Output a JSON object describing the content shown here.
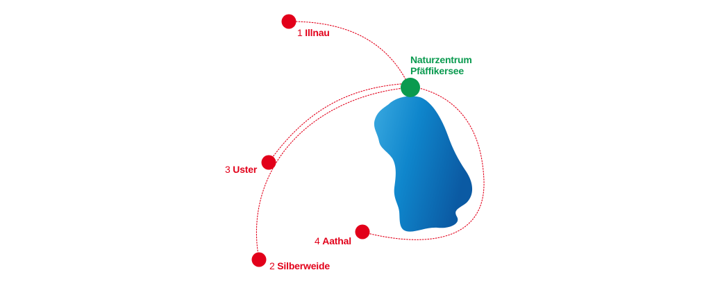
{
  "map": {
    "hub": {
      "line1": "Naturzentrum",
      "line2": "Pfäffikersee",
      "color": "#0a9a4f"
    },
    "stops": [
      {
        "number": "1",
        "name": "Illnau"
      },
      {
        "number": "2",
        "name": "Silberweide"
      },
      {
        "number": "3",
        "name": "Uster"
      },
      {
        "number": "4",
        "name": "Aathal"
      }
    ],
    "colors": {
      "stop": "#e2001a",
      "route": "#e2001a",
      "lake_light": "#3aa9e0",
      "lake_dark": "#0b5aa3"
    },
    "features": {
      "lake": "lake-shape",
      "route_style": "dotted"
    }
  }
}
